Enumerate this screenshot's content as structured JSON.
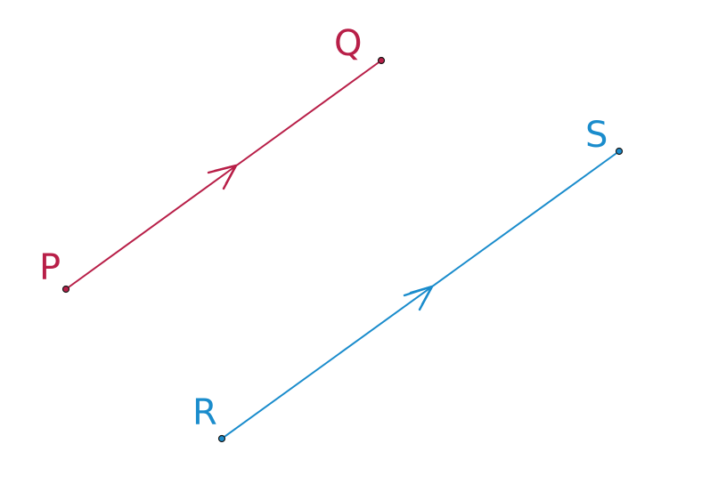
{
  "vectors": [
    {
      "id": "pq",
      "color": "#b81f48",
      "start": {
        "label": "P"
      },
      "end": {
        "label": "Q"
      }
    },
    {
      "id": "rs",
      "color": "#1a8ccc",
      "start": {
        "label": "R"
      },
      "end": {
        "label": "S"
      }
    }
  ]
}
